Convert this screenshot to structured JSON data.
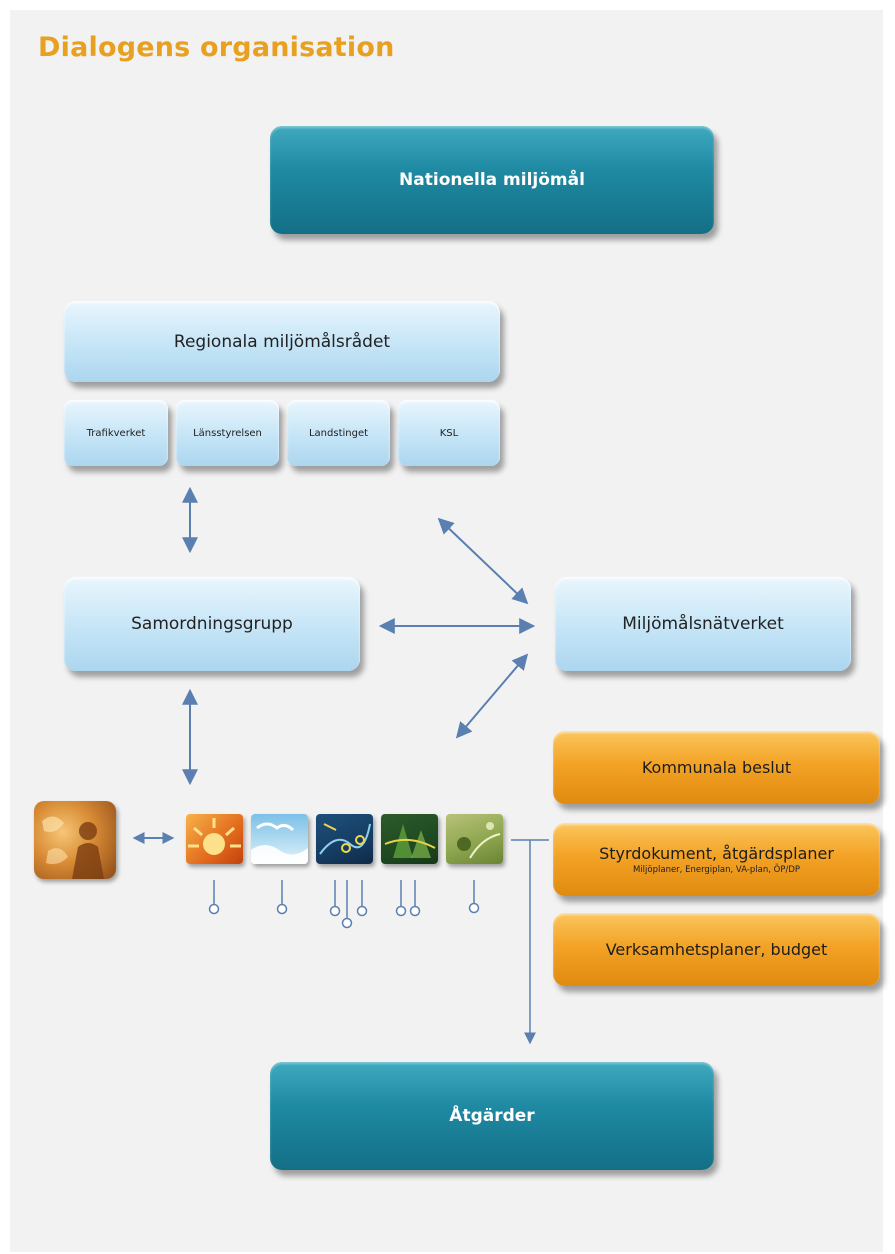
{
  "title": "Dialogens organisation",
  "nodes": {
    "nationella": "Nationella miljömål",
    "regionala": "Regionala miljömålsrådet",
    "members": [
      "Trafikverket",
      "Länsstyrelsen",
      "Landstinget",
      "KSL"
    ],
    "samordning": "Samordningsgrupp",
    "natverket": "Miljömålsnätverket",
    "kommunala": "Kommunala beslut",
    "styrdokument": "Styrdokument, åtgärdsplaner",
    "styrdokument_sub": "Miljöplaner, Energiplan, VA-plan, ÖP/DP",
    "verksamhet": "Verksamhetsplaner, budget",
    "atgarder": "Åtgärder"
  },
  "colors": {
    "title": "#e8a020",
    "teal": "#1f8aa3",
    "light_blue": "#cbe8f8",
    "orange": "#f3a326",
    "arrow": "#5a7fb0"
  }
}
